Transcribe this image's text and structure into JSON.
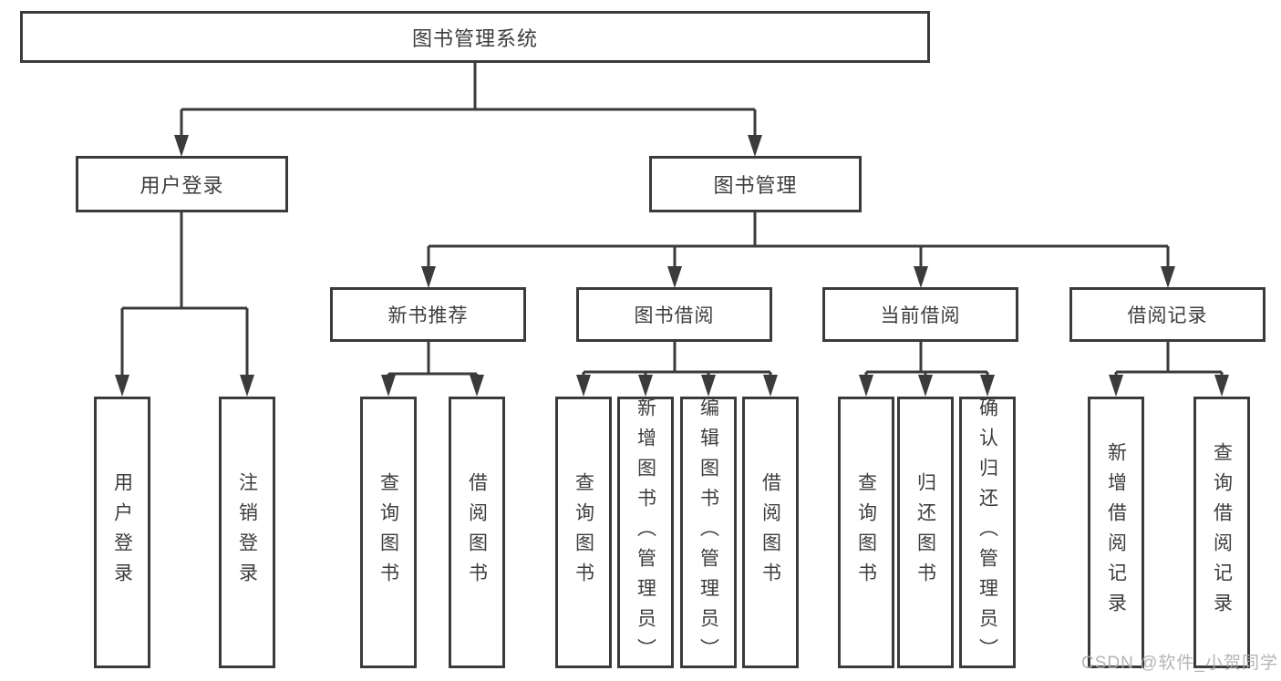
{
  "diagram_type": "functional-structure-tree",
  "tree": {
    "label": "图书管理系统",
    "children": [
      {
        "label": "用户登录",
        "children": [
          {
            "label": "用户登录"
          },
          {
            "label": "注销登录"
          }
        ]
      },
      {
        "label": "图书管理",
        "children": [
          {
            "label": "新书推荐",
            "children": [
              {
                "label": "查询图书"
              },
              {
                "label": "借阅图书"
              }
            ]
          },
          {
            "label": "图书借阅",
            "children": [
              {
                "label": "查询图书"
              },
              {
                "label": "新增图书（管理员）"
              },
              {
                "label": "编辑图书（管理员）"
              },
              {
                "label": "借阅图书"
              }
            ]
          },
          {
            "label": "当前借阅",
            "children": [
              {
                "label": "查询图书"
              },
              {
                "label": "归还图书"
              },
              {
                "label": "确认归还（管理员）"
              }
            ]
          },
          {
            "label": "借阅记录",
            "children": [
              {
                "label": "新增借阅记录"
              },
              {
                "label": "查询借阅记录"
              }
            ]
          }
        ]
      }
    ]
  },
  "watermark": {
    "text": "CSDN @软件_小贺同学"
  },
  "colors": {
    "line": "#3b3b3b",
    "text": "#3d3d3d",
    "box_background": "#ffffff",
    "watermark": "#aeaeae",
    "background": "#ffffff"
  }
}
